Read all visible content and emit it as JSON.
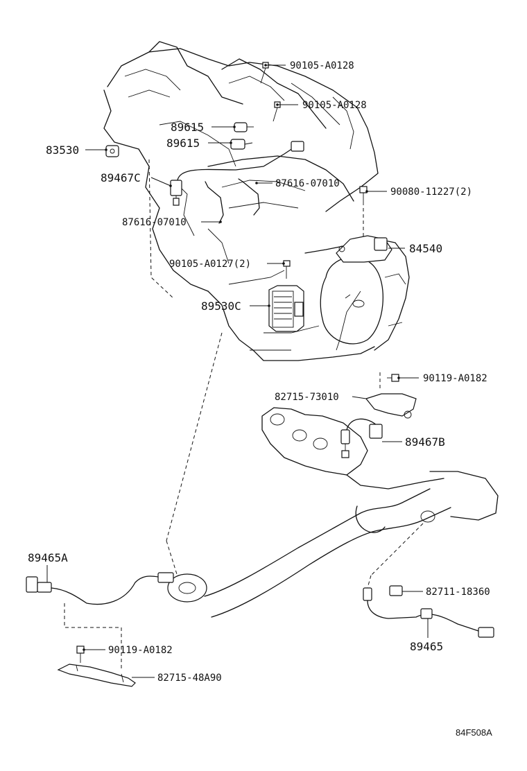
{
  "labels": {
    "p90105_a0128_top": "90105-A0128",
    "p90105_a0128_mid": "90105-A0128",
    "p89615_a": "89615",
    "p89615_b": "89615",
    "p83530": "83530",
    "p89467c": "89467C",
    "p87616_07010_a": "87616-07010",
    "p90080_11227": "90080-11227(2)",
    "p87616_07010_b": "87616-07010",
    "p84540": "84540",
    "p90105_a0127": "90105-A0127(2)",
    "p89530c": "89530C",
    "p90119_a0182_a": "90119-A0182",
    "p82715_73010": "82715-73010",
    "p89467b": "89467B",
    "p89465a": "89465A",
    "p82711_18360": "82711-18360",
    "p89465": "89465",
    "p90119_a0182_b": "90119-A0182",
    "p82715_48a90": "82715-48A90"
  },
  "diagram_code": "84F508A"
}
